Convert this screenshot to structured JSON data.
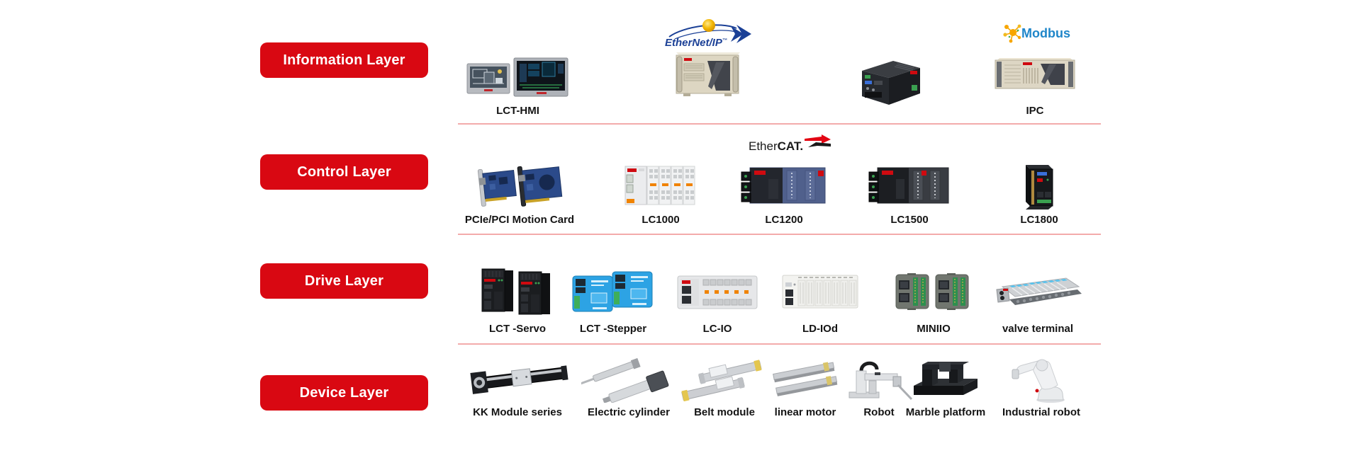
{
  "layers": [
    {
      "id": "information",
      "label": "Information Layer"
    },
    {
      "id": "control",
      "label": "Control Layer"
    },
    {
      "id": "drive",
      "label": "Drive Layer"
    },
    {
      "id": "device",
      "label": "Device Layer"
    }
  ],
  "protocol_logos": {
    "ethernet_ip": {
      "text": "EtherNet/IP",
      "tm": "™"
    },
    "modbus": {
      "text": "Modbus"
    },
    "ethercat": {
      "text_regular": "Ether",
      "text_bold": "CAT."
    }
  },
  "products": {
    "information": [
      {
        "label": "LCT-HMI"
      },
      {
        "label": "IPC"
      }
    ],
    "control": [
      {
        "label": "PCIe/PCI Motion Card"
      },
      {
        "label": "LC1000"
      },
      {
        "label": "LC1200"
      },
      {
        "label": "LC1500"
      },
      {
        "label": "LC1800"
      }
    ],
    "drive": [
      {
        "label": "LCT -Servo"
      },
      {
        "label": "LCT -Stepper"
      },
      {
        "label": "LC-IO"
      },
      {
        "label": "LD-IOd"
      },
      {
        "label": "MINIIO"
      },
      {
        "label": "valve terminal"
      }
    ],
    "device": [
      {
        "label": "KK Module series"
      },
      {
        "label": "Electric cylinder"
      },
      {
        "label": "Belt module"
      },
      {
        "label": "linear motor"
      },
      {
        "label": "Robot"
      },
      {
        "label": "Marble platform"
      },
      {
        "label": "Industrial robot"
      }
    ]
  },
  "colors": {
    "layer_button": "#d90812",
    "separator": "#f3abab",
    "label_text": "#141414",
    "ethernet_ip_blue": "#1b4096",
    "modbus_blue": "#1f86c9",
    "modbus_orange": "#f7a600",
    "ethercat_red": "#e30613"
  }
}
